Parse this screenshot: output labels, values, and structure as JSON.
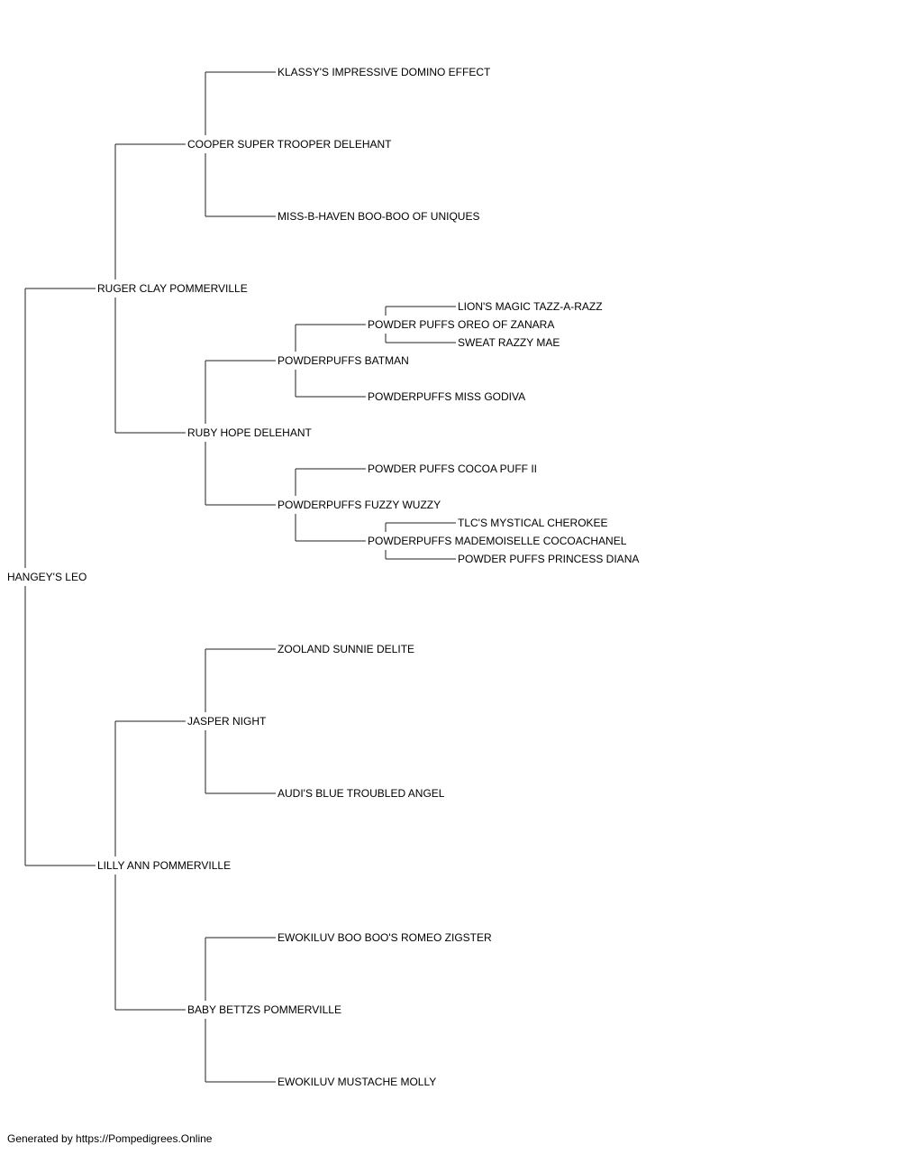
{
  "pedigree": {
    "name": "HANGEY'S LEO",
    "sire": {
      "name": "RUGER CLAY POMMERVILLE",
      "sire": {
        "name": "COOPER SUPER TROOPER DELEHANT",
        "sire": {
          "name": "KLASSY'S IMPRESSIVE DOMINO EFFECT"
        },
        "dam": {
          "name": "MISS-B-HAVEN BOO-BOO OF UNIQUES"
        }
      },
      "dam": {
        "name": "RUBY HOPE DELEHANT",
        "sire": {
          "name": "POWDERPUFFS BATMAN",
          "sire": {
            "name": "POWDER PUFFS OREO OF ZANARA",
            "sire": {
              "name": "LION'S MAGIC TAZZ-A-RAZZ"
            },
            "dam": {
              "name": "SWEAT RAZZY MAE"
            }
          },
          "dam": {
            "name": "POWDERPUFFS MISS GODIVA"
          }
        },
        "dam": {
          "name": "POWDERPUFFS FUZZY WUZZY",
          "sire": {
            "name": "POWDER PUFFS COCOA PUFF II"
          },
          "dam": {
            "name": "POWDERPUFFS MADEMOISELLE COCOACHANEL",
            "sire": {
              "name": "TLC'S MYSTICAL CHEROKEE"
            },
            "dam": {
              "name": "POWDER PUFFS PRINCESS DIANA"
            }
          }
        }
      }
    },
    "dam": {
      "name": "LILLY ANN POMMERVILLE",
      "sire": {
        "name": "JASPER NIGHT",
        "sire": {
          "name": "ZOOLAND SUNNIE DELITE"
        },
        "dam": {
          "name": "AUDI'S BLUE TROUBLED ANGEL"
        }
      },
      "dam": {
        "name": "BABY BETTZS POMMERVILLE",
        "sire": {
          "name": "EWOKILUV BOO BOO'S ROMEO ZIGSTER"
        },
        "dam": {
          "name": "EWOKILUV MUSTACHE MOLLY"
        }
      }
    }
  },
  "footer": "Generated by https://Pompedigrees.Online"
}
